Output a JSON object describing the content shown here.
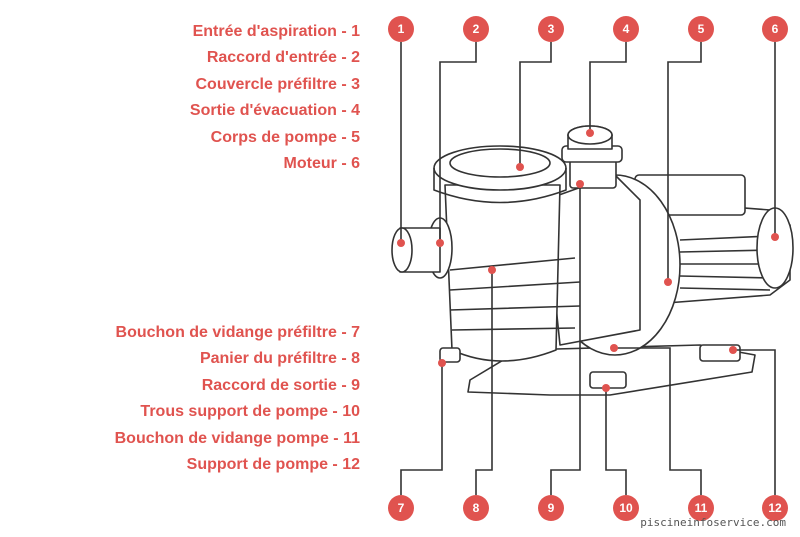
{
  "legend_top": [
    "Entrée d'aspiration - 1",
    "Raccord d'entrée - 2",
    "Couvercle préfiltre - 3",
    "Sortie d'évacuation - 4",
    "Corps de pompe - 5",
    "Moteur - 6"
  ],
  "legend_bottom": [
    "Bouchon de vidange préfiltre - 7",
    "Panier du préfiltre - 8",
    "Raccord de sortie - 9",
    "Trous support de pompe - 10",
    "Bouchon de vidange pompe - 11",
    "Support de pompe - 12"
  ],
  "markers_top": [
    "1",
    "2",
    "3",
    "4",
    "5",
    "6"
  ],
  "markers_bottom": [
    "7",
    "8",
    "9",
    "10",
    "11",
    "12"
  ],
  "watermark": "piscineinfoservice.com",
  "colors": {
    "accent": "#e0534f",
    "line": "#333333",
    "text_on_accent": "#ffffff"
  }
}
